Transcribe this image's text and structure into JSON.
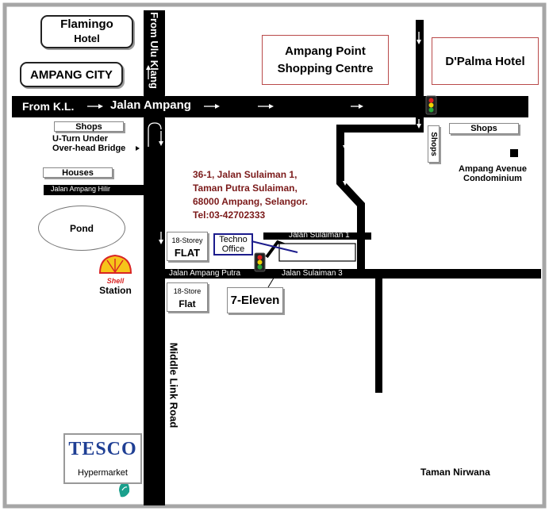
{
  "places": {
    "flamingo_line1": "Flamingo",
    "flamingo_line2": "Hotel",
    "ampang_city": "AMPANG CITY",
    "ampang_point_line1": "Ampang Point",
    "ampang_point_line2": "Shopping Centre",
    "dpalma": "D'Palma Hotel",
    "shops_left": "Shops",
    "shops_right": "Shops",
    "shops_vertical": "Shops",
    "houses": "Houses",
    "pond": "Pond",
    "shell_logo": "Shell",
    "shell_station": "Station",
    "flat18_line1": "18-Storey",
    "flat18_line2": "FLAT",
    "flat18b_line1": "18-Store",
    "flat18b_line2": "Flat",
    "techno_line1": "Techno",
    "techno_line2": "Office",
    "seven_eleven": "7-Eleven",
    "condo_line1": "Ampang Avenue",
    "condo_line2": "Condominium",
    "tesco": "TESCO",
    "tesco_sub": "Hypermarket",
    "taman_nirwana": "Taman Nirwana"
  },
  "roads": {
    "from_ulu_klang": "From Ulu Klang",
    "from_kl": "From K.L.",
    "jalan_ampang": "Jalan Ampang",
    "uturn_line1": "U-Turn Under",
    "uturn_line2": "Over-head Bridge",
    "jalan_ampang_hilir": "Jalan Ampang Hilir",
    "jalan_sulaiman_1": "Jalan Sulaiman 1",
    "jalan_ampang_putra": "Jalan Ampang Putra",
    "jalan_sulaiman_3": "Jalan Sulaiman 3",
    "middle_link_road": "Middle Link Road"
  },
  "address": {
    "line1": "36-1, Jalan Sulaiman 1,",
    "line2": "Taman Putra Sulaiman,",
    "line3": "68000 Ampang, Selangor.",
    "line4": "Tel:03-42702333"
  },
  "colors": {
    "road": "#000000",
    "frame": "#a6a6a6",
    "address": "#7b1a1a",
    "red_border": "#b94a4a",
    "techno_border": "#1c1c8c",
    "tesco_blue": "#1f3f94",
    "tesco_red": "#d2232a",
    "shell_yellow": "#f6c41a",
    "shell_red": "#d92424",
    "light_red": "#e02020",
    "light_yellow": "#f0d000",
    "light_green": "#27a83a"
  },
  "icons": [
    "traffic-light-icon",
    "arrow-right-icon",
    "arrow-down-icon",
    "arrow-up-icon",
    "shell-logo-icon",
    "petronas-icon",
    "condo-marker-icon"
  ]
}
